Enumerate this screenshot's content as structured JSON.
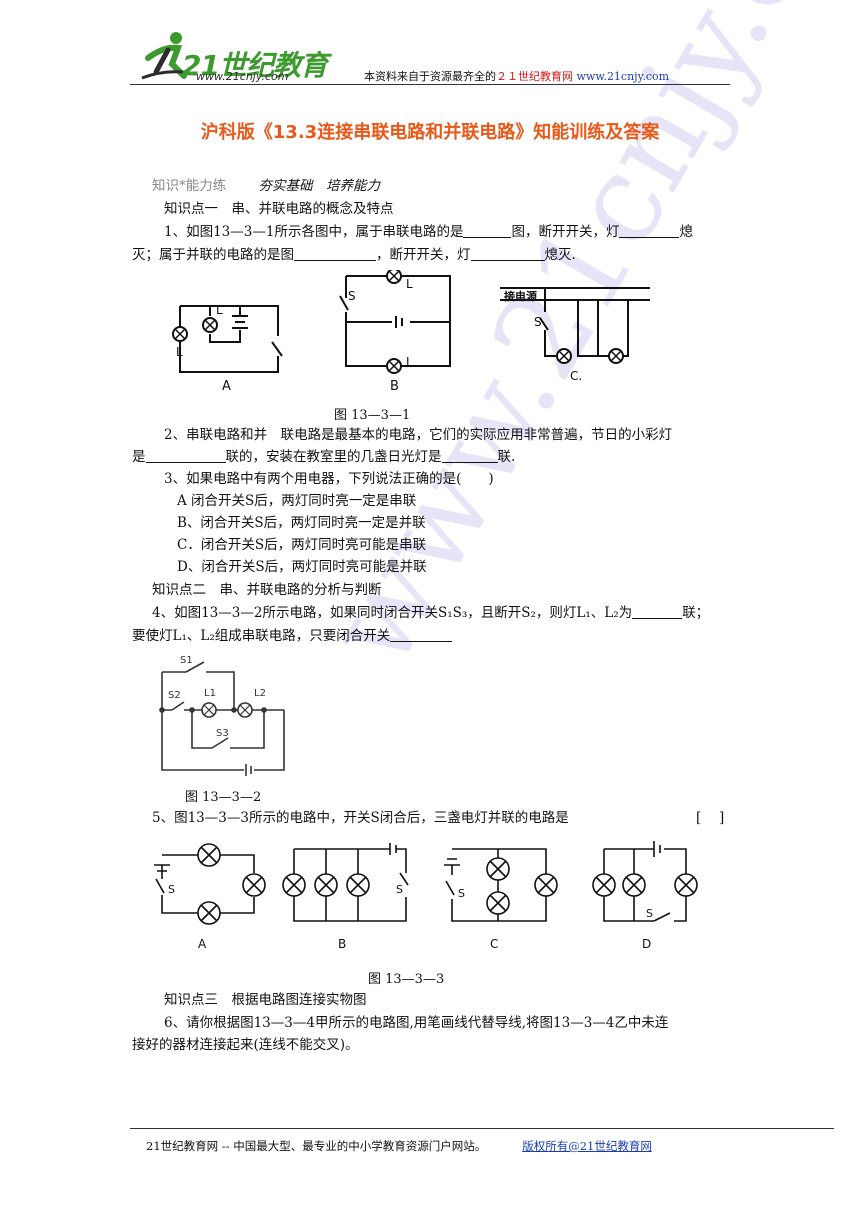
{
  "header": {
    "logo_text": "21世纪教育",
    "logo_url": "www.21cnjy.com",
    "source_prefix": "本资料来自于资源最齐全的",
    "source_site": "２１世纪教育网",
    "source_url": "www.21cnjy.com"
  },
  "title": "沪科版《13.3连接串联电路和并联电路》知能训练及答案",
  "section_header": {
    "label": "知识*能力练",
    "subtitle": "夯实基础　培养能力"
  },
  "k1": "知识点一　串、并联电路的概念及特点",
  "q1": {
    "l1a": "1、如图13—3—1所示各图中，属于串联电路的是",
    "l1b": "图，断开开关，灯",
    "l1c": "熄",
    "l2a": "灭；属于并联的电路的是图",
    "l2b": "，断开开关，灯",
    "l2c": "熄灭."
  },
  "fig1": {
    "A": "A",
    "B": "B",
    "C": "C.",
    "caption": "图 13—3—1",
    "L1": "L",
    "L2": "L",
    "S": "S",
    "jie": "接电源"
  },
  "q2": {
    "l1": "2、串联电路和并　联电路是最基本的电路，它们的实际应用非常普遍，节日的小彩灯",
    "l2a": "是",
    "l2b": "联的，安装在教室里的几盏日光灯是",
    "l2c": "联."
  },
  "q3": {
    "stem": "3、如果电路中有两个用电器，下列说法正确的是(　　)",
    "A": "A 闭合开关S后，两灯同时亮一定是串联",
    "B": "B、闭合开关S后，两灯同时亮一定是并联",
    "C": "C．闭合开关S后，两灯同时亮可能是串联",
    "D": "D、闭合开关S后，两灯同时亮可能是并联"
  },
  "k2": "知识点二　串、并联电路的分析与判断",
  "q4": {
    "l1a": "4、如图13—3—2所示电路，如果同时闭合开关S₁S₃，且断开S₂，则灯L₁、L₂为",
    "l1b": "联；",
    "l2a": "要使灯L₁、L₂组成串联电路，只要闭合开关"
  },
  "fig2": {
    "S1": "S1",
    "S2": "S2",
    "S3": "S3",
    "L1": "L1",
    "L2": "L2",
    "caption": "图 13—3—2"
  },
  "q5": {
    "stem": "5、图13—3—3所示的电路中，开关S闭合后，三盏电灯并联的电路是",
    "bracket": "[　 ]"
  },
  "fig3": {
    "A": "A",
    "B": "B",
    "C": "C",
    "D": "D",
    "S": "S",
    "caption": "图 13—3—3"
  },
  "k3": "知识点三　根据电路图连接实物图",
  "q6": {
    "l1": "6、请你根据图13—3—4甲所示的电路图,用笔画线代替导线,将图13—3—4乙中未连",
    "l2": "接好的器材连接起来(连线不能交叉)。"
  },
  "footer": {
    "text": "21世纪教育网 -- 中国最大型、最专业的中小学教育资源门户网站。",
    "rights": "版权所有@21世纪教育网"
  },
  "watermark": "www.21cnjy.com"
}
